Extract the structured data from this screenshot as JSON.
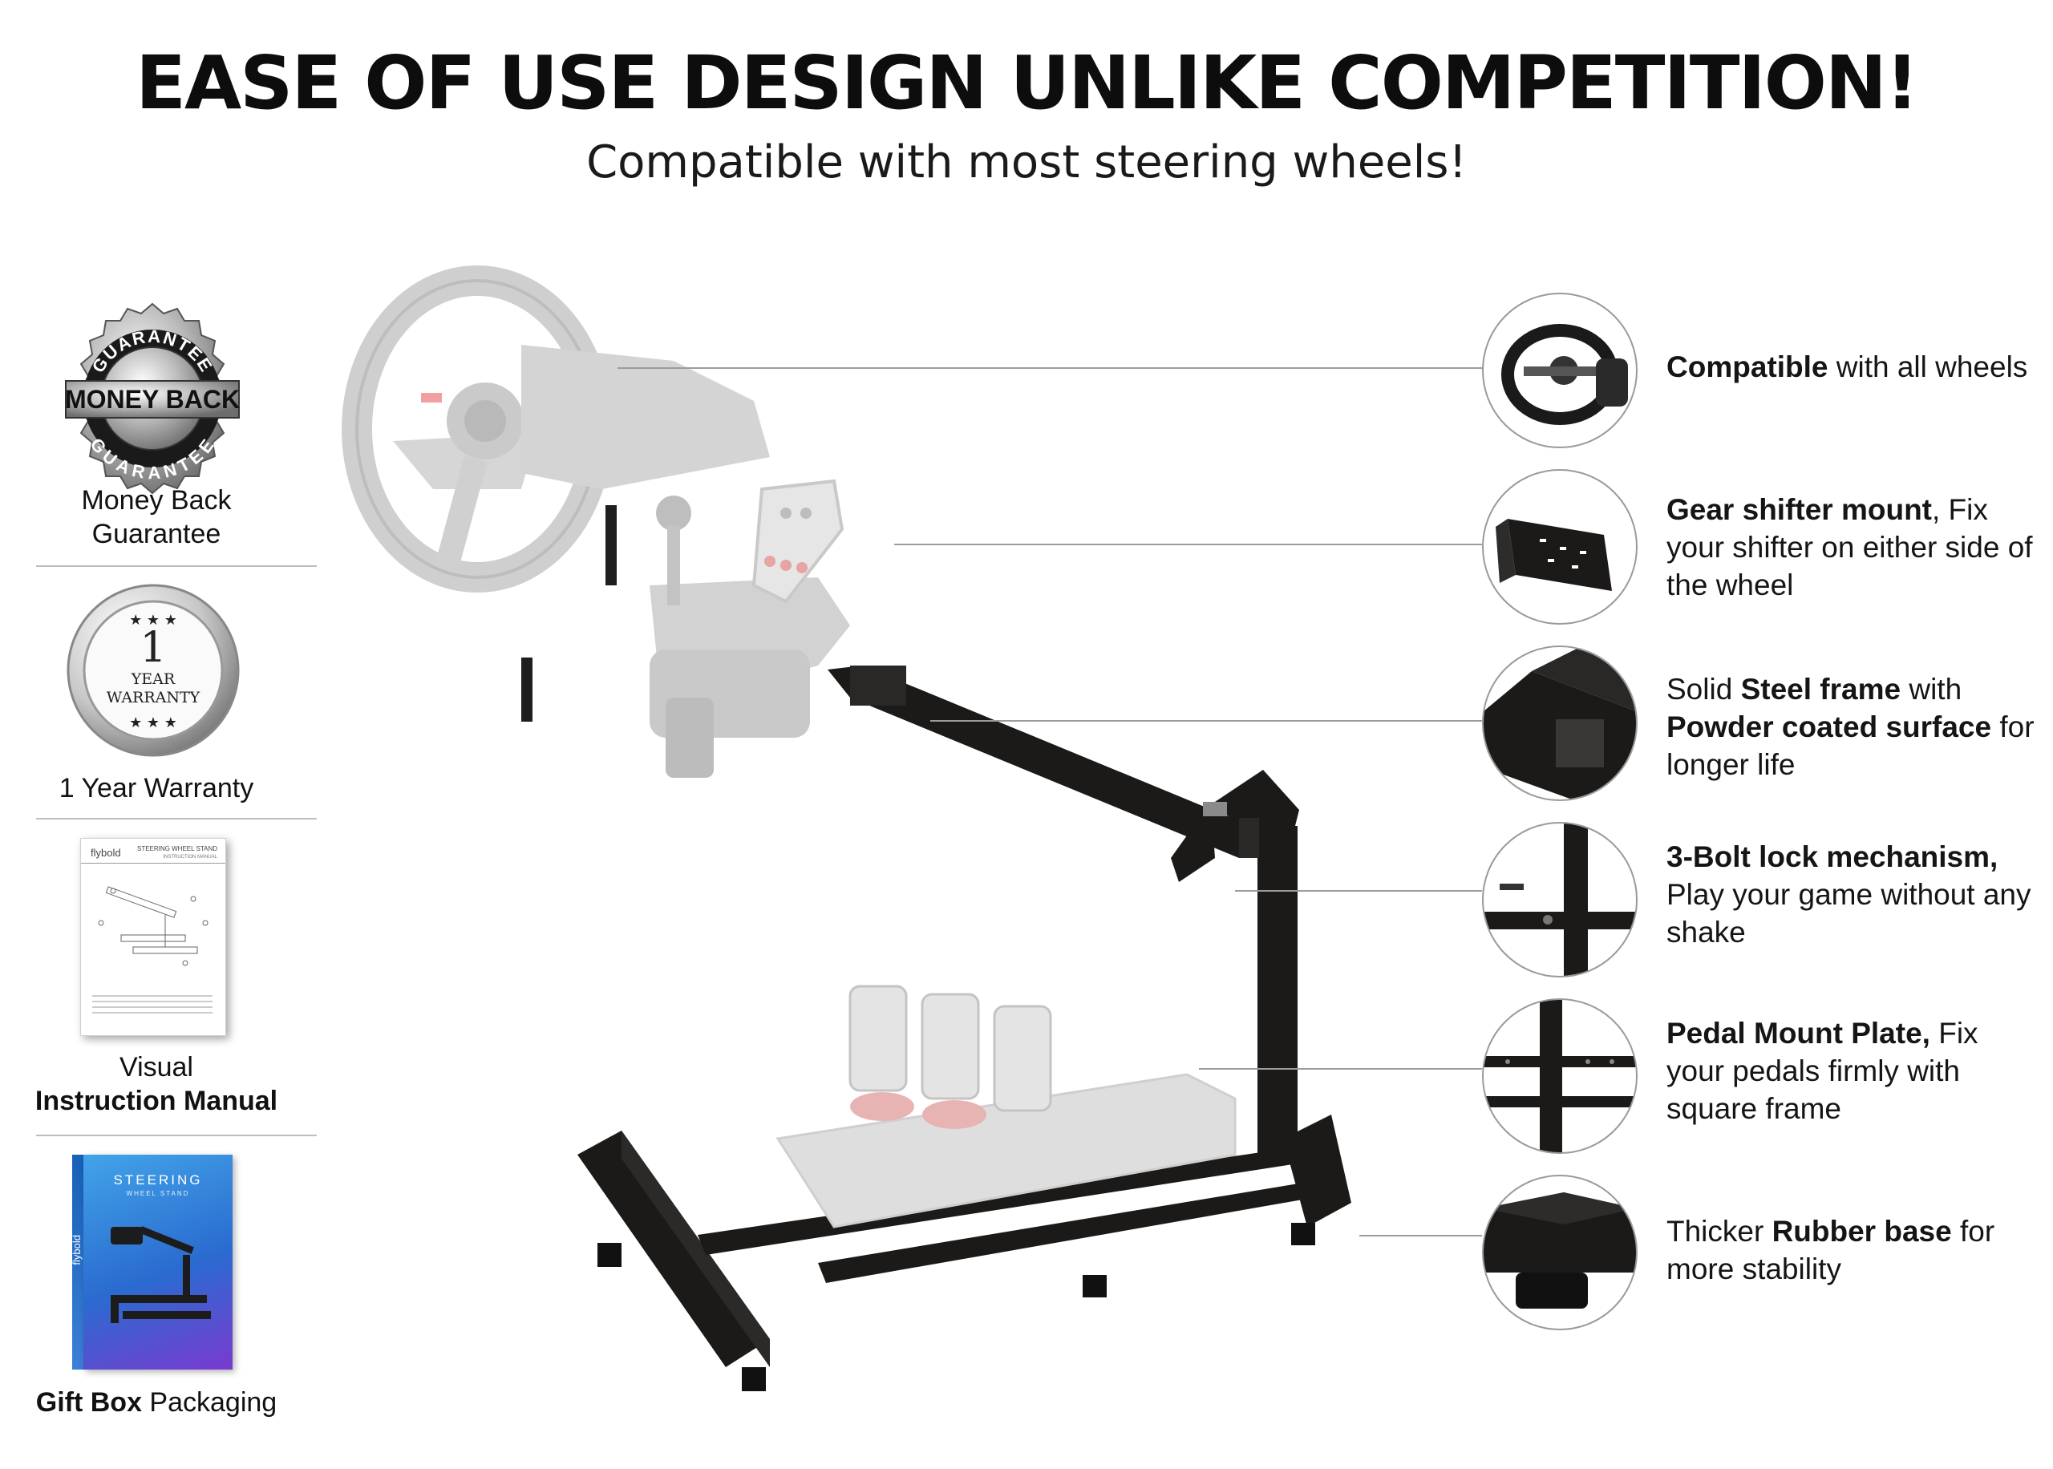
{
  "header": {
    "title": "EASE OF USE DESIGN UNLIKE COMPETITION!",
    "subtitle": "Compatible with most steering wheels!"
  },
  "left_panel": {
    "badge_money_back": {
      "top_text": "GUARANTEE",
      "middle_text": "MONEY BACK",
      "bottom_text": "GUARANTEE"
    },
    "label_money_back": {
      "line1": "Money Back",
      "line2": "Guarantee"
    },
    "badge_warranty": {
      "number": "1",
      "line1": "YEAR",
      "line2": "WARRANTY"
    },
    "label_warranty": "1 Year Warranty",
    "manual_doc": {
      "brand": "flybold",
      "title": "STEERING WHEEL STAND",
      "subtitle": "INSTRUCTION MANUAL"
    },
    "label_manual": {
      "line1": "Visual",
      "line2": "Instruction Manual"
    },
    "gift_box": {
      "title": "STEERING",
      "subtitle": "WHEEL STAND",
      "brand": "flybold"
    },
    "label_gift": {
      "bold": "Gift Box",
      "rest": " Packaging"
    }
  },
  "features": [
    {
      "icon": "steering-wheel-icon",
      "segments": [
        {
          "t": "Compatible",
          "b": true
        },
        {
          "t": " with all wheels",
          "b": false
        }
      ]
    },
    {
      "icon": "shifter-mount-icon",
      "segments": [
        {
          "t": "Gear shifter mount",
          "b": true
        },
        {
          "t": ", Fix your shifter on either side of the wheel",
          "b": false
        }
      ]
    },
    {
      "icon": "steel-frame-icon",
      "segments": [
        {
          "t": "Solid ",
          "b": false
        },
        {
          "t": "Steel frame",
          "b": true
        },
        {
          "t": " with ",
          "b": false
        },
        {
          "t": "Powder coated surface",
          "b": true
        },
        {
          "t": " for longer life",
          "b": false
        }
      ]
    },
    {
      "icon": "bolt-lock-icon",
      "segments": [
        {
          "t": "3-Bolt lock mechanism,",
          "b": true
        },
        {
          "t": " Play your game without any shake",
          "b": false
        }
      ]
    },
    {
      "icon": "pedal-plate-icon",
      "segments": [
        {
          "t": "Pedal Mount Plate,",
          "b": true
        },
        {
          "t": " Fix your pedals firmly with square frame",
          "b": false
        }
      ]
    },
    {
      "icon": "rubber-base-icon",
      "segments": [
        {
          "t": "Thicker ",
          "b": false
        },
        {
          "t": "Rubber base",
          "b": true
        },
        {
          "t": " for more stability",
          "b": false
        }
      ]
    }
  ],
  "colors": {
    "frame": "#1c1a18",
    "ghost": "#d9d9d9",
    "text": "#111111",
    "line": "#9c9c9c"
  }
}
